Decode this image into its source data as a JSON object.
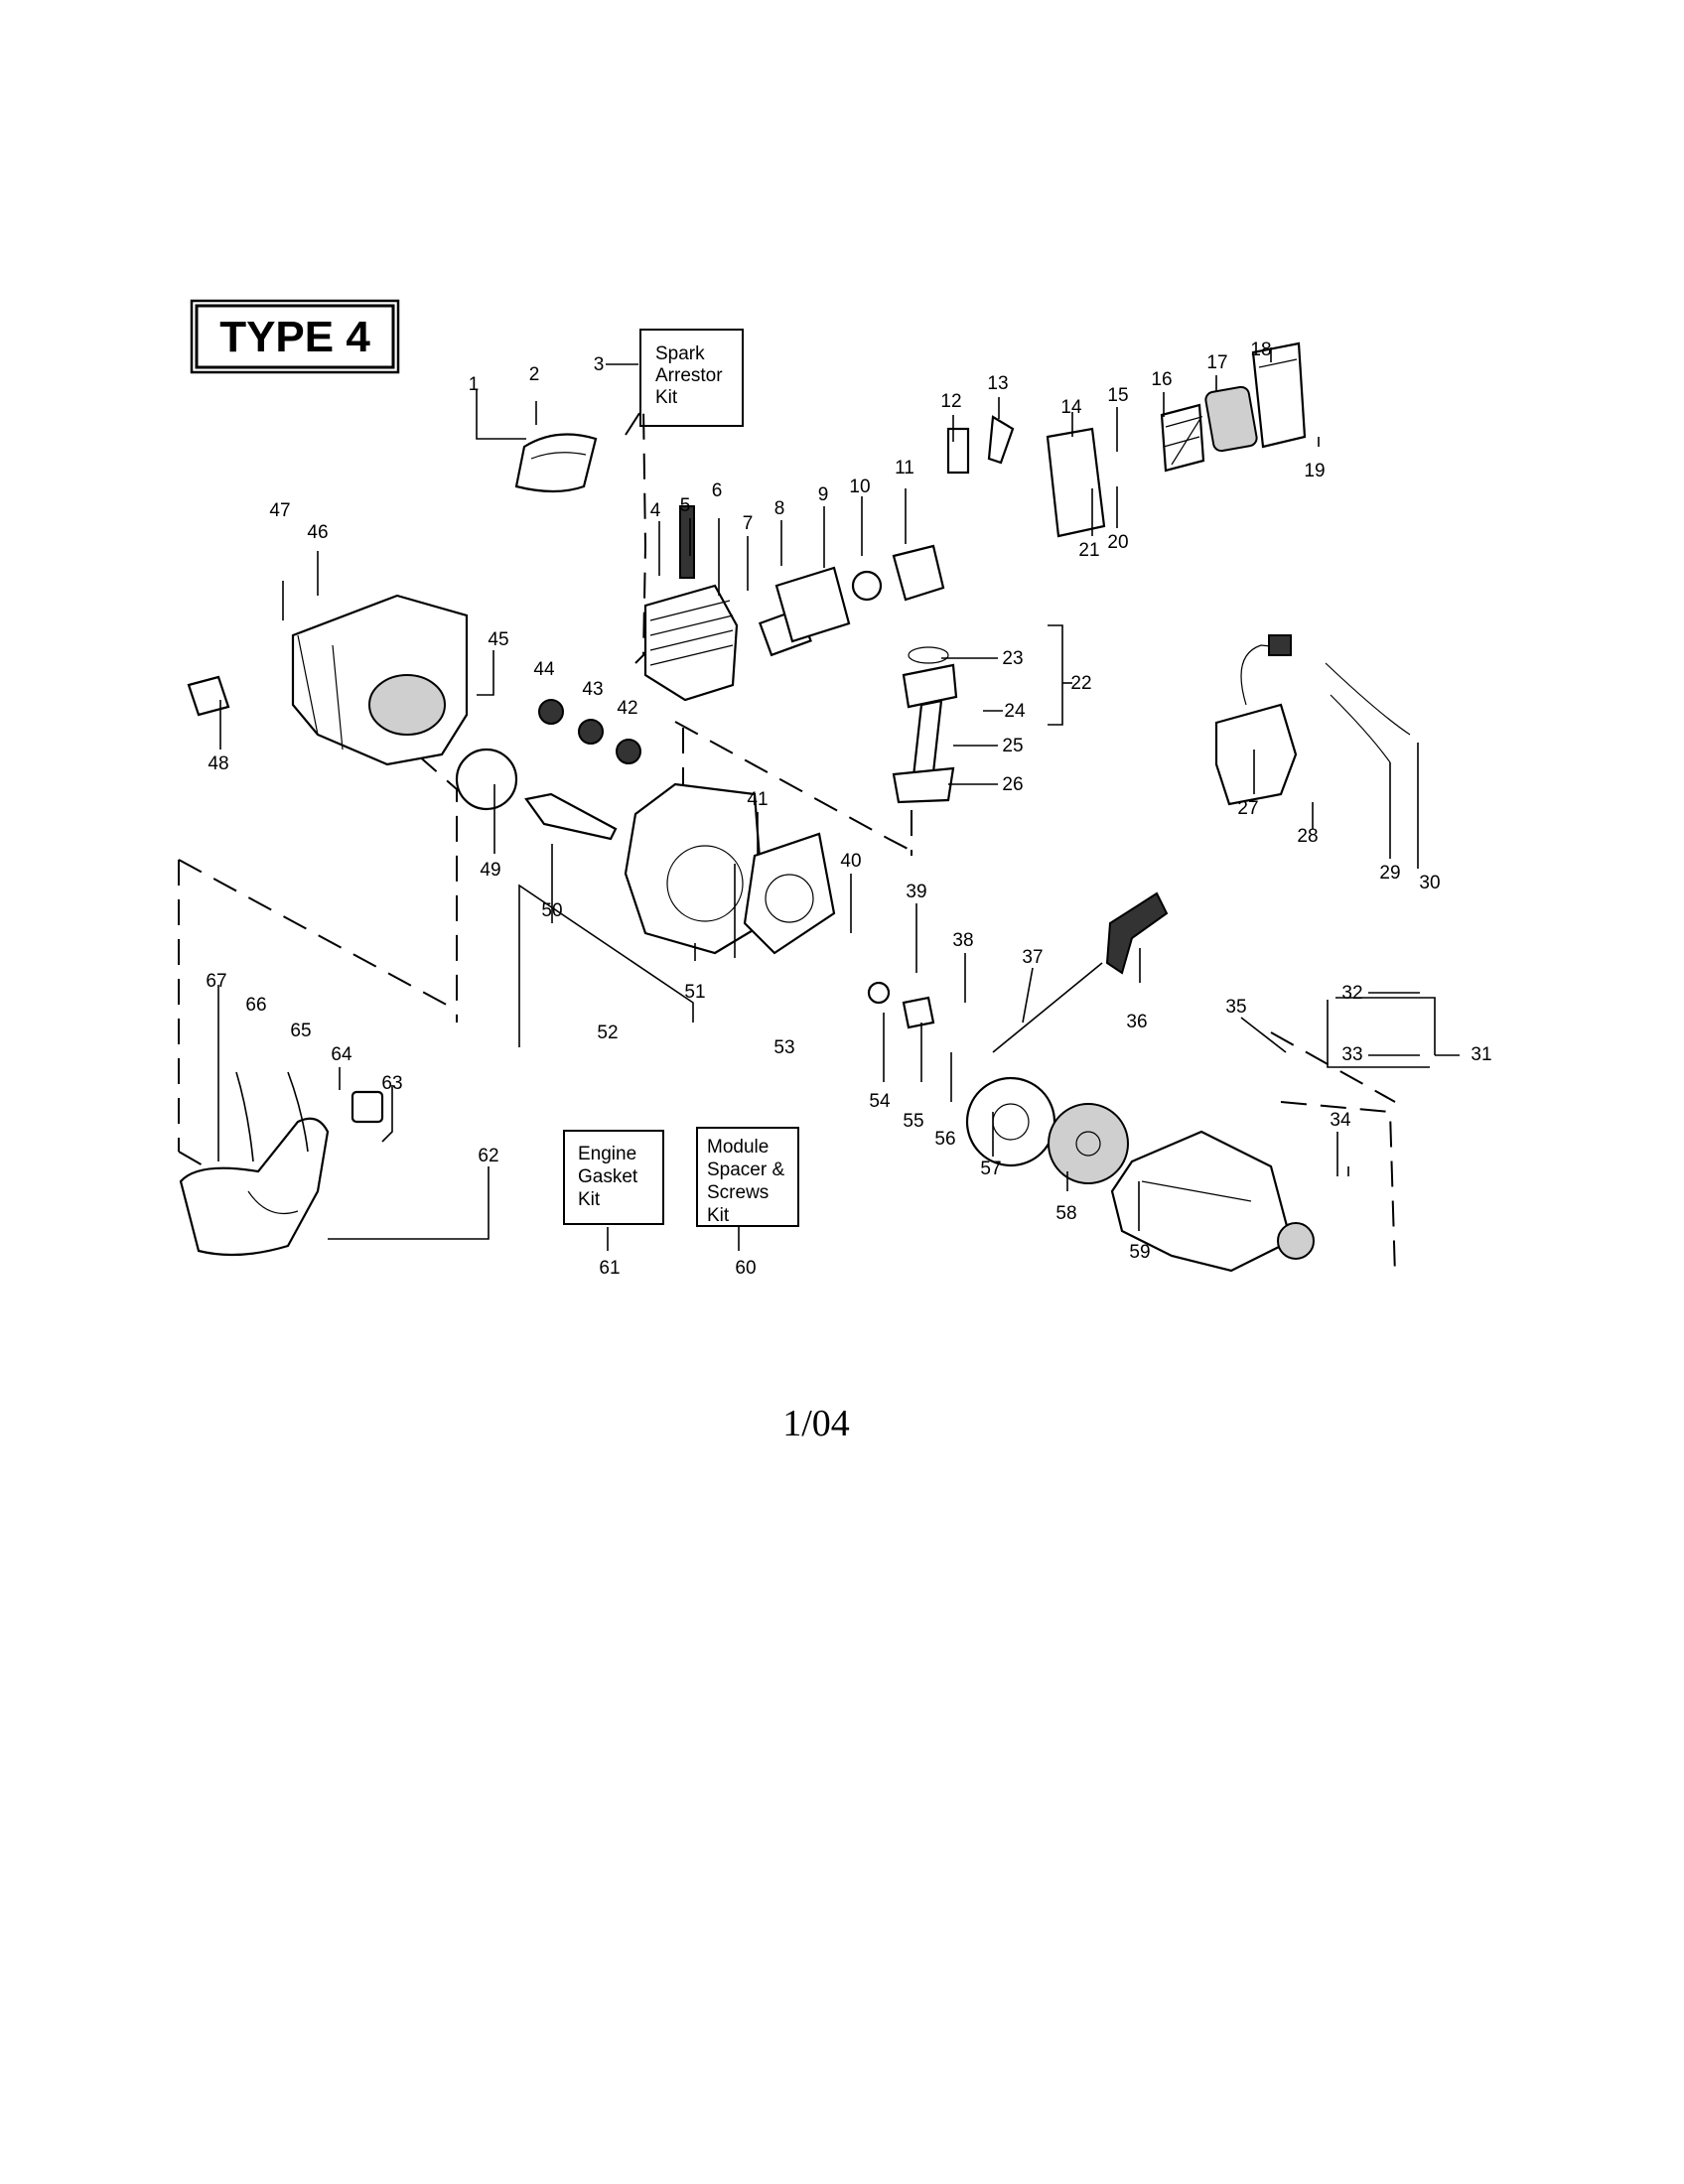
{
  "title": "TYPE 4",
  "footer_text": "1/04",
  "kits": {
    "spark_arrestor": [
      "Spark",
      "Arrestor",
      "Kit"
    ],
    "engine_gasket": [
      "Engine",
      "Gasket",
      "Kit"
    ],
    "module_spacer": [
      "Module",
      "Spacer &",
      "Screws",
      "Kit"
    ]
  },
  "callouts": [
    "1",
    "2",
    "3",
    "4",
    "5",
    "6",
    "7",
    "8",
    "9",
    "10",
    "11",
    "12",
    "13",
    "14",
    "15",
    "16",
    "17",
    "18",
    "19",
    "20",
    "21",
    "22",
    "23",
    "24",
    "25",
    "26",
    "27",
    "28",
    "29",
    "30",
    "31",
    "32",
    "33",
    "34",
    "35",
    "36",
    "37",
    "38",
    "39",
    "40",
    "41",
    "42",
    "43",
    "44",
    "45",
    "46",
    "47",
    "48",
    "49",
    "50",
    "51",
    "52",
    "53",
    "54",
    "55",
    "56",
    "57",
    "58",
    "59",
    "60",
    "61",
    "62",
    "63",
    "64",
    "65",
    "66",
    "67"
  ]
}
